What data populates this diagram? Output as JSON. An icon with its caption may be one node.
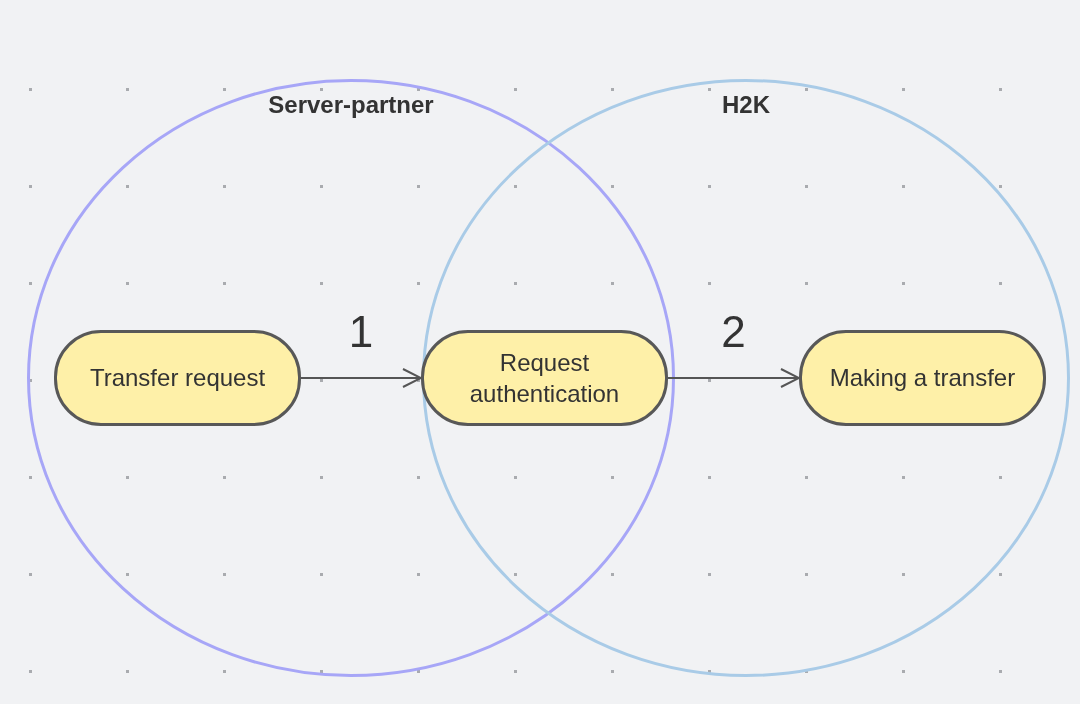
{
  "diagram": {
    "nodes": [
      {
        "text": [
          "Server-partner"
        ]
      },
      {
        "text": [
          "H2K"
        ]
      },
      {
        "text": [
          "Transfer request"
        ],
        "in": 0
      },
      {
        "text": [
          "Request authentication"
        ]
      },
      {
        "text": [
          "Making a transfer"
        ],
        "in": 1
      }
    ],
    "edges": [
      {
        "from": 2,
        "to": 3,
        "arrow": "to",
        "label": "1"
      },
      {
        "from": 3,
        "to": 4,
        "arrow": "to",
        "label": "2"
      }
    ]
  }
}
